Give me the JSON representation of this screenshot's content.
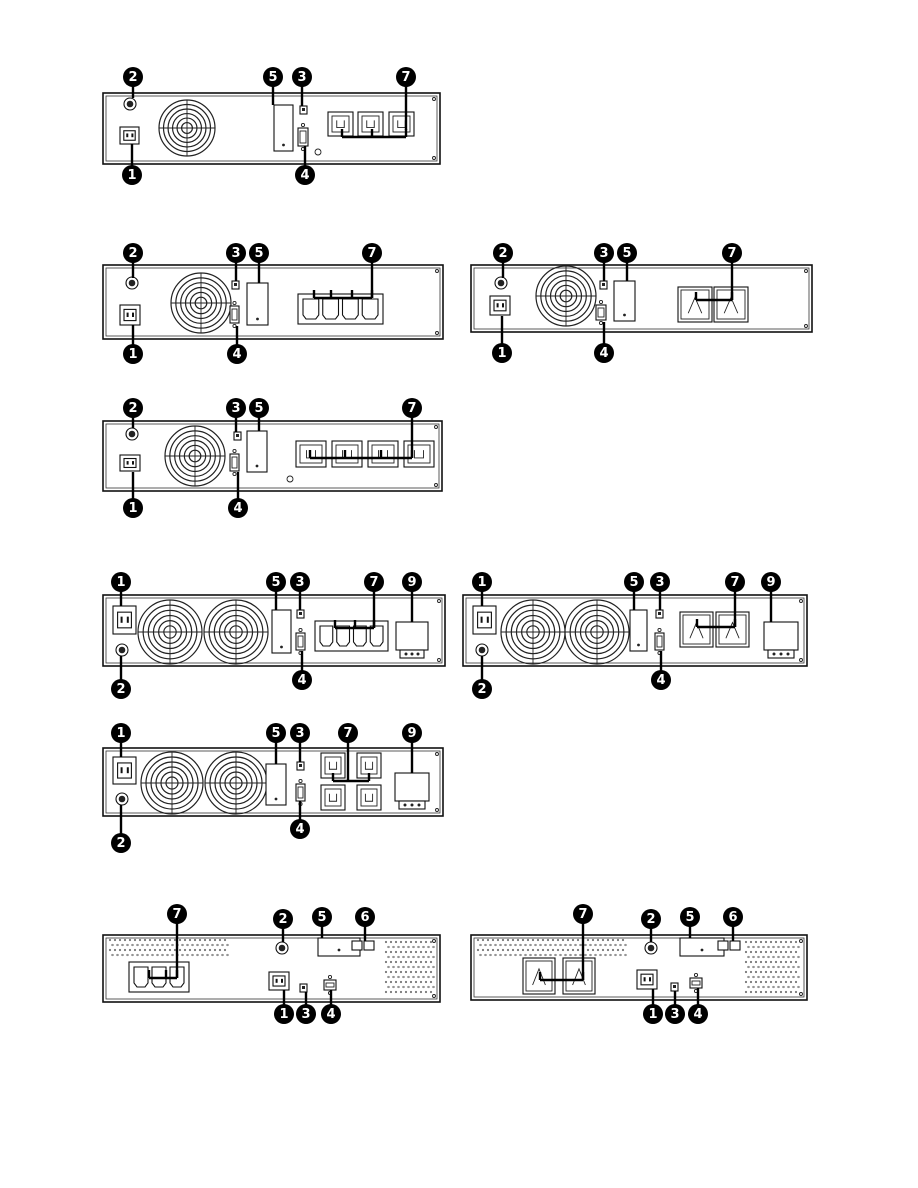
{
  "figure": {
    "panels": [
      {
        "id": "panel-1",
        "callouts": [
          "2",
          "1",
          "5",
          "3",
          "4",
          "7"
        ]
      },
      {
        "id": "panel-2",
        "callouts": [
          "2",
          "1",
          "3",
          "5",
          "4",
          "7"
        ]
      },
      {
        "id": "panel-3",
        "callouts": [
          "2",
          "1",
          "3",
          "5",
          "4",
          "7"
        ]
      },
      {
        "id": "panel-4",
        "callouts": [
          "2",
          "1",
          "3",
          "5",
          "4",
          "7"
        ]
      },
      {
        "id": "panel-5",
        "callouts": [
          "1",
          "2",
          "5",
          "3",
          "4",
          "7",
          "9"
        ]
      },
      {
        "id": "panel-6",
        "callouts": [
          "1",
          "2",
          "5",
          "3",
          "4",
          "7",
          "9"
        ]
      },
      {
        "id": "panel-7",
        "callouts": [
          "1",
          "2",
          "5",
          "3",
          "4",
          "7",
          "9"
        ]
      },
      {
        "id": "panel-8",
        "callouts": [
          "7",
          "2",
          "5",
          "6",
          "1",
          "3",
          "4"
        ]
      },
      {
        "id": "panel-9",
        "callouts": [
          "7",
          "2",
          "5",
          "6",
          "1",
          "3",
          "4"
        ]
      }
    ]
  }
}
